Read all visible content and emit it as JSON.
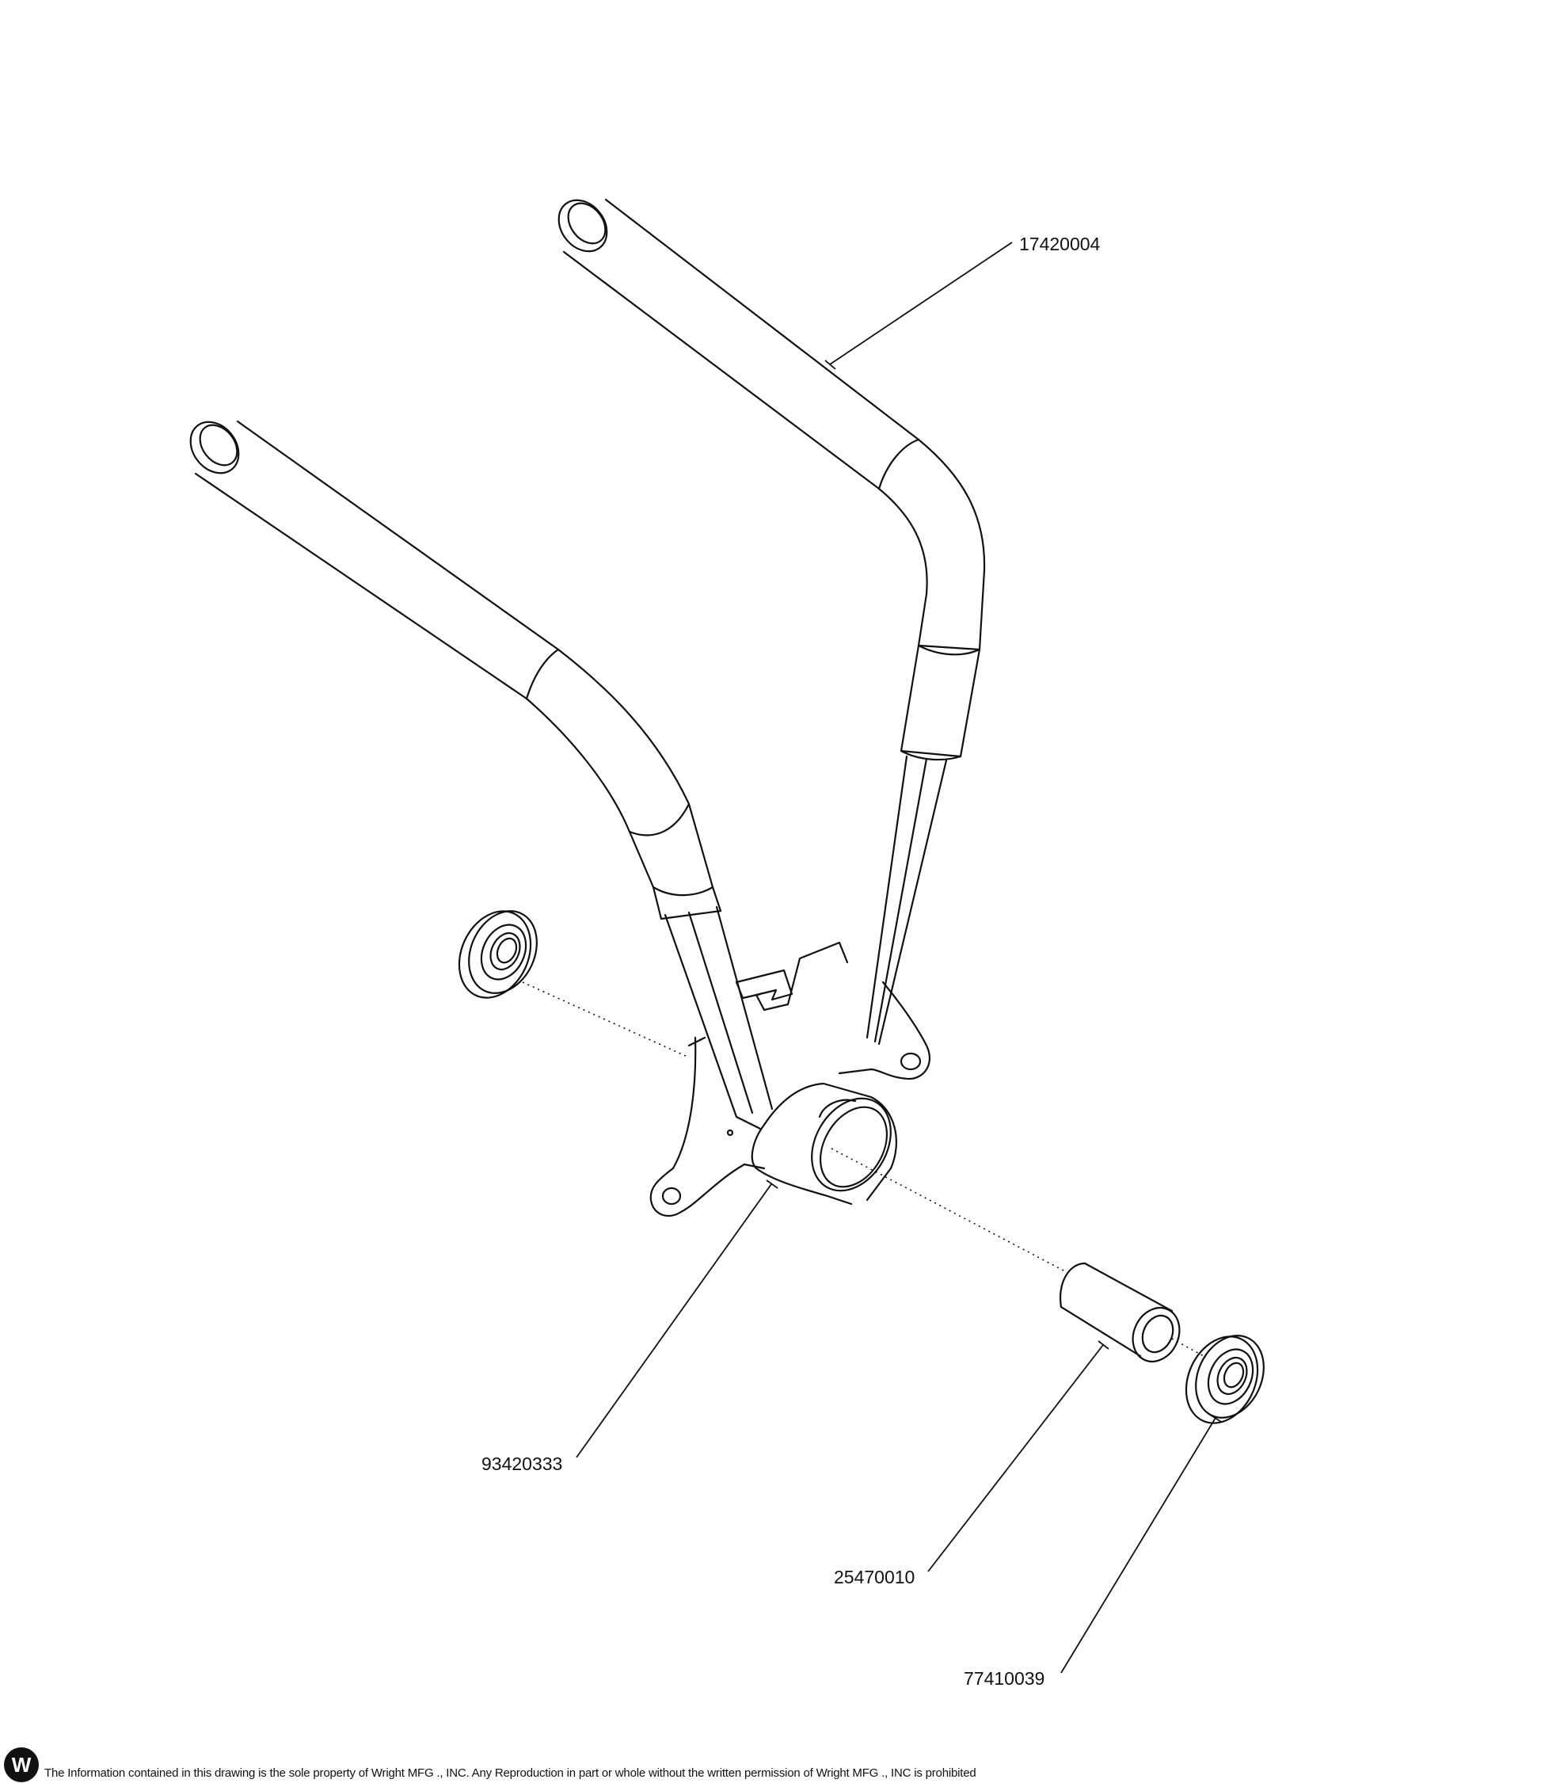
{
  "callouts": {
    "handle": "17420004",
    "pivot_mount": "93420333",
    "spacer": "25470010",
    "bearing": "77410039"
  },
  "footer": {
    "notice": "The Information contained in this drawing is the sole property of Wright MFG ., INC. Any Reproduction in part or whole without the written permission of Wright MFG ., INC is prohibited",
    "logo_letter": "W"
  },
  "colors": {
    "line": "#111111",
    "background": "#ffffff"
  }
}
